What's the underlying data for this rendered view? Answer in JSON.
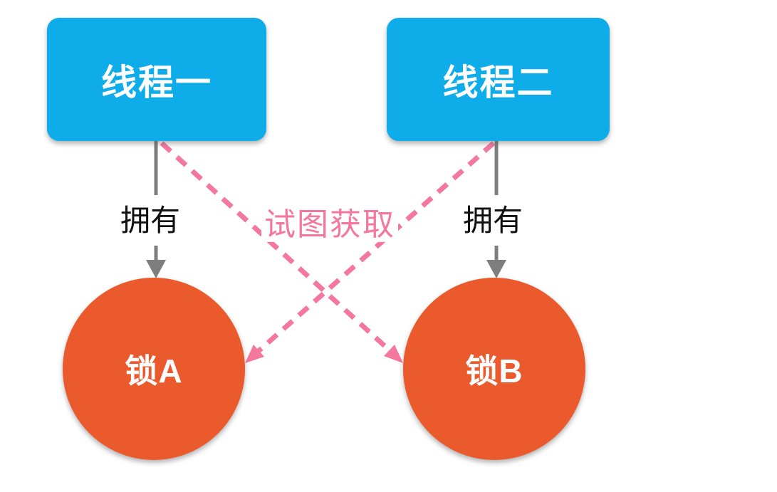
{
  "nodes": {
    "thread1": {
      "label": "线程一",
      "shape": "rounded-rect"
    },
    "thread2": {
      "label": "线程二",
      "shape": "rounded-rect"
    },
    "lockA": {
      "label": "锁A",
      "shape": "circle"
    },
    "lockB": {
      "label": "锁B",
      "shape": "circle"
    }
  },
  "edges": {
    "own1": {
      "label": "拥有",
      "from": "thread1",
      "to": "lockA",
      "style": "solid-gray-arrow"
    },
    "own2": {
      "label": "拥有",
      "from": "thread2",
      "to": "lockB",
      "style": "solid-gray-arrow"
    },
    "acquire": {
      "label": "试图获取",
      "style": "dashed-pink-arrow",
      "pairs": [
        {
          "from": "thread1",
          "to": "lockB"
        },
        {
          "from": "thread2",
          "to": "lockA"
        }
      ]
    }
  },
  "colors": {
    "thread_fill": "#0facea",
    "lock_fill": "#eb5a2d",
    "own_arrow": "#7e7e7e",
    "acquire_arrow": "#f4779e",
    "node_text": "#ffffff",
    "own_label_text": "#111111",
    "background": "#ffffff"
  }
}
